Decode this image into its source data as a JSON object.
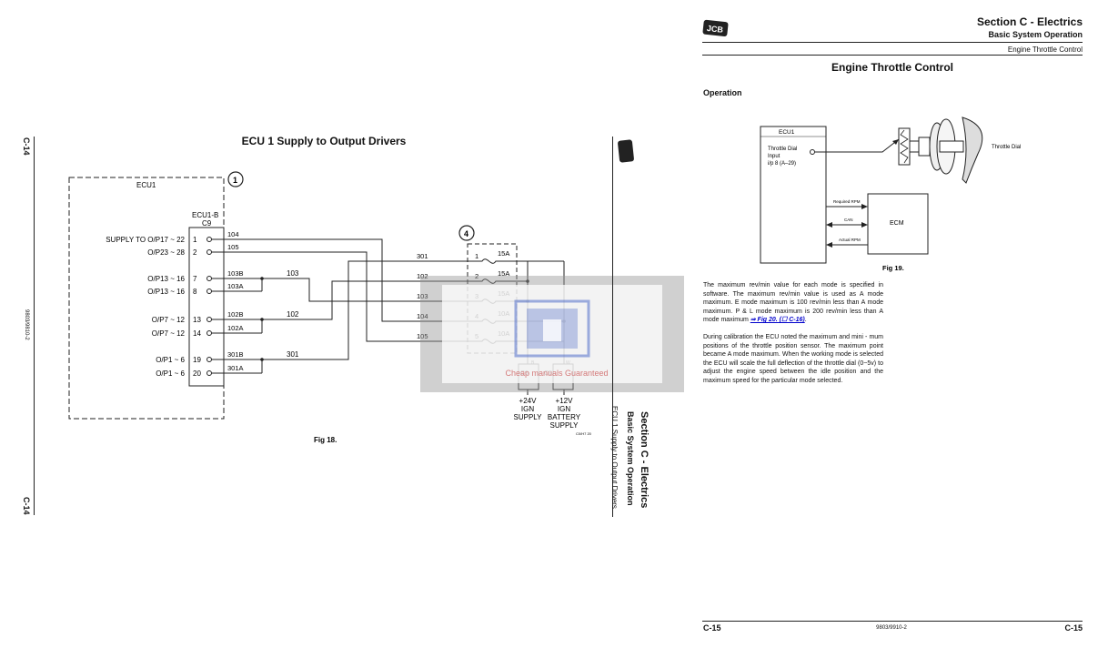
{
  "left_page": {
    "page_num_top": "C-14",
    "page_num_bottom": "C-14",
    "doc_code": "9803/9810-2",
    "diagram_title": "ECU 1 Supply to Output Drivers",
    "ecu_box_label": "ECU1",
    "callout_1": "1",
    "callout_4": "4",
    "connector_label": "ECU1-B",
    "connector_sub": "C9",
    "pins": [
      {
        "label": "SUPPLY TO O/P17 ~ 22",
        "pin": "1",
        "wire": "104"
      },
      {
        "label": "O/P23 ~ 28",
        "pin": "2",
        "wire": "105"
      },
      {
        "label": "O/P13 ~ 16",
        "pin": "7",
        "wire": "103B"
      },
      {
        "label": "O/P13 ~ 16",
        "pin": "8",
        "wire": "103A"
      },
      {
        "label": "O/P7 ~ 12",
        "pin": "13",
        "wire": "102B"
      },
      {
        "label": "O/P7 ~ 12",
        "pin": "14",
        "wire": "102A"
      },
      {
        "label": "O/P1 ~ 6",
        "pin": "19",
        "wire": "301B"
      },
      {
        "label": "O/P1 ~ 6",
        "pin": "20",
        "wire": "301A"
      }
    ],
    "merged_wires": [
      "103",
      "102",
      "301"
    ],
    "fuse_wires": [
      "301",
      "102",
      "103",
      "104",
      "105"
    ],
    "fuses": [
      {
        "num": "1",
        "rating": "15A"
      },
      {
        "num": "2",
        "rating": "15A"
      },
      {
        "num": "3",
        "rating": "15A"
      },
      {
        "num": "4",
        "rating": "10A"
      },
      {
        "num": "5",
        "rating": "10A"
      }
    ],
    "relays": [
      {
        "label": "C6",
        "tag": "B",
        "supply": [
          "+24V",
          "IGN",
          "SUPPLY"
        ]
      },
      {
        "label": "C5",
        "tag": "W",
        "supply": [
          "+12V",
          "IGN",
          "BATTERY",
          "SUPPLY"
        ]
      }
    ],
    "small_ref": "C0/H7 20",
    "fig_caption": "Fig 18.",
    "side_section": "Section C - Electrics",
    "side_basic": "Basic System Operation",
    "side_sub": "ECU 1 Supply to Output Drivers",
    "watermark_text": "Cheap manuals Guaranteed"
  },
  "right_page": {
    "section_title": "Section C - Electrics",
    "basic": "Basic System Operation",
    "subheading": "Engine Throttle Control",
    "page_title": "Engine Throttle Control",
    "operation_heading": "Operation",
    "ecu_label": "ECU1",
    "throttle_input": [
      "Throttle Dial",
      "Input",
      "i/p 8 (A–29)"
    ],
    "throttle_dial_label": "Throttle Dial",
    "required_rpm": "Required RPM",
    "can_label": "CAN",
    "actual_rpm": "Actual RPM",
    "ecm_label": "ECM",
    "fig_caption": "Fig 19.",
    "para1_before": "The maximum rev/min value for each mode is specified in software. The maximum rev/min value is used as A mode maximum. E mode maximum is 100 rev/min less than A mode maximum. P & L mode maximum is 200 rev/min less than A mode maximum ",
    "para1_link": "⇒ Fig 20. (☐ C-16)",
    "para1_after": ".",
    "para2": "During calibration the ECU noted the maximum and mini - mum positions of the throttle position sensor. The maximum point became A mode maximum. When the working mode is selected the ECU will scale the full deflection of the throttle dial (0~5v) to adjust the engine speed between the idle position and the maximum speed for the particular mode selected.",
    "footer_left": "C-15",
    "footer_center": "9803/9910-2",
    "footer_right": "C-15",
    "logo_text": "JCB"
  }
}
